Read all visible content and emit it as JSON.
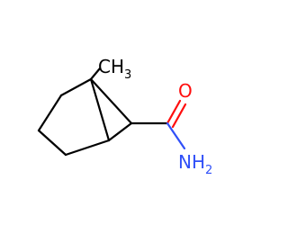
{
  "molecule": {
    "labels": {
      "methyl": "CH",
      "methyl_sub": "3",
      "oxygen": "O",
      "amide_n": "NH",
      "amide_sub": "2"
    },
    "colors": {
      "carbon": "#000000",
      "oxygen": "#ff0d0d",
      "nitrogen": "#3050f8",
      "background": "#ffffff"
    }
  }
}
